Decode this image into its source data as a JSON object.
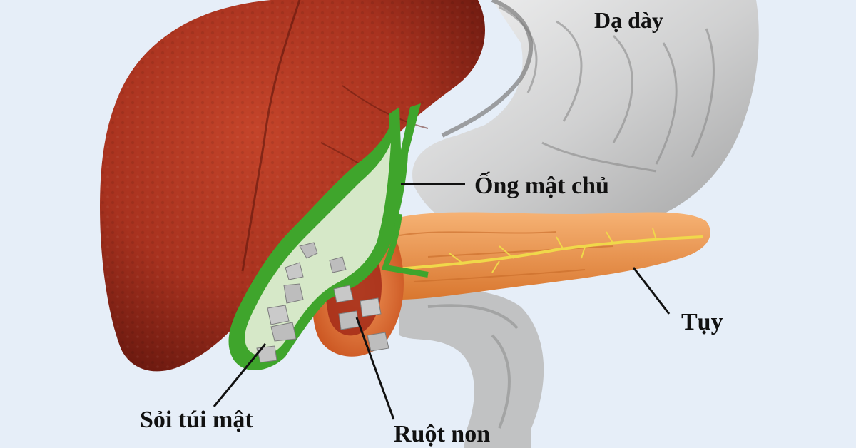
{
  "labels": {
    "stomach": "Dạ dày",
    "common_bile_duct": "Ống mật chủ",
    "pancreas": "Tụy",
    "gallstones": "Sỏi túi mật",
    "small_intestine": "Ruột non"
  },
  "colors": {
    "background": "#e6eef8",
    "liver": "#a8321f",
    "gallbladder": "#3fa52c",
    "stomach": "#c9c9c9",
    "pancreas": "#e9934a",
    "duodenum": "#e06a2a",
    "pancreatic_duct": "#f0d84a",
    "stones": "#bdbdbd",
    "label_text": "#111111"
  }
}
